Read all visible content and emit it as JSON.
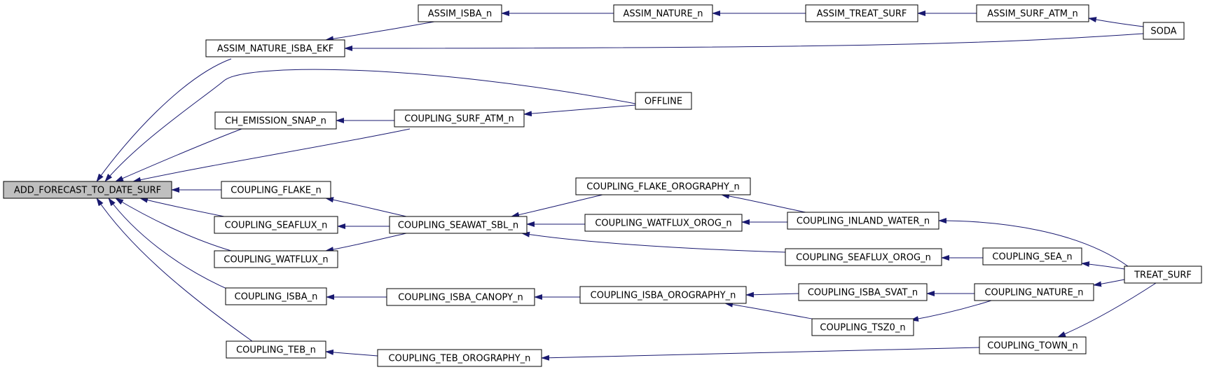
{
  "colors": {
    "edge": "#191970",
    "root_fill": "#bfbfbf",
    "node_fill": "#ffffff",
    "border": "#000000"
  },
  "nodes": [
    {
      "id": "add_forecast",
      "label": "ADD_FORECAST_TO_DATE_SURF",
      "root": true
    },
    {
      "id": "assim_nature_isba_ekf",
      "label": "ASSIM_NATURE_ISBA_EKF"
    },
    {
      "id": "ch_emission_snap",
      "label": "CH_EMISSION_SNAP_n"
    },
    {
      "id": "coupling_flake",
      "label": "COUPLING_FLAKE_n"
    },
    {
      "id": "coupling_seaflux",
      "label": "COUPLING_SEAFLUX_n"
    },
    {
      "id": "coupling_watflux",
      "label": "COUPLING_WATFLUX_n"
    },
    {
      "id": "coupling_isba",
      "label": "COUPLING_ISBA_n"
    },
    {
      "id": "coupling_teb",
      "label": "COUPLING_TEB_n"
    },
    {
      "id": "assim_isba",
      "label": "ASSIM_ISBA_n"
    },
    {
      "id": "assim_nature",
      "label": "ASSIM_NATURE_n"
    },
    {
      "id": "assim_treat_surf",
      "label": "ASSIM_TREAT_SURF"
    },
    {
      "id": "assim_surf_atm",
      "label": "ASSIM_SURF_ATM_n"
    },
    {
      "id": "soda",
      "label": "SODA"
    },
    {
      "id": "offline",
      "label": "OFFLINE"
    },
    {
      "id": "coupling_surf_atm",
      "label": "COUPLING_SURF_ATM_n"
    },
    {
      "id": "coupling_seawat_sbl",
      "label": "COUPLING_SEAWAT_SBL_n"
    },
    {
      "id": "coupling_flake_orography",
      "label": "COUPLING_FLAKE_OROGRAPHY_n"
    },
    {
      "id": "coupling_watflux_orog",
      "label": "COUPLING_WATFLUX_OROG_n"
    },
    {
      "id": "coupling_inland_water",
      "label": "COUPLING_INLAND_WATER_n"
    },
    {
      "id": "coupling_seaflux_orog",
      "label": "COUPLING_SEAFLUX_OROG_n"
    },
    {
      "id": "coupling_sea",
      "label": "COUPLING_SEA_n"
    },
    {
      "id": "treat_surf",
      "label": "TREAT_SURF"
    },
    {
      "id": "coupling_isba_canopy",
      "label": "COUPLING_ISBA_CANOPY_n"
    },
    {
      "id": "coupling_isba_orography",
      "label": "COUPLING_ISBA_OROGRAPHY_n"
    },
    {
      "id": "coupling_isba_svat",
      "label": "COUPLING_ISBA_SVAT_n"
    },
    {
      "id": "coupling_nature",
      "label": "COUPLING_NATURE_n"
    },
    {
      "id": "coupling_tsz0",
      "label": "COUPLING_TSZ0_n"
    },
    {
      "id": "coupling_teb_orography",
      "label": "COUPLING_TEB_OROGRAPHY_n"
    },
    {
      "id": "coupling_town",
      "label": "COUPLING_TOWN_n"
    }
  ],
  "edges": [
    {
      "from": "assim_nature_isba_ekf",
      "to": "add_forecast"
    },
    {
      "from": "offline",
      "to": "add_forecast"
    },
    {
      "from": "ch_emission_snap",
      "to": "add_forecast"
    },
    {
      "from": "coupling_surf_atm",
      "to": "add_forecast"
    },
    {
      "from": "coupling_flake",
      "to": "add_forecast"
    },
    {
      "from": "coupling_seaflux",
      "to": "add_forecast"
    },
    {
      "from": "coupling_watflux",
      "to": "add_forecast"
    },
    {
      "from": "coupling_isba",
      "to": "add_forecast"
    },
    {
      "from": "coupling_teb",
      "to": "add_forecast"
    },
    {
      "from": "assim_isba",
      "to": "assim_nature_isba_ekf"
    },
    {
      "from": "soda",
      "to": "assim_nature_isba_ekf"
    },
    {
      "from": "assim_nature",
      "to": "assim_isba"
    },
    {
      "from": "assim_treat_surf",
      "to": "assim_nature"
    },
    {
      "from": "assim_surf_atm",
      "to": "assim_treat_surf"
    },
    {
      "from": "soda",
      "to": "assim_surf_atm"
    },
    {
      "from": "coupling_surf_atm",
      "to": "ch_emission_snap"
    },
    {
      "from": "offline",
      "to": "coupling_surf_atm"
    },
    {
      "from": "coupling_seawat_sbl",
      "to": "coupling_flake"
    },
    {
      "from": "coupling_seawat_sbl",
      "to": "coupling_seaflux"
    },
    {
      "from": "coupling_seawat_sbl",
      "to": "coupling_watflux"
    },
    {
      "from": "coupling_flake_orography",
      "to": "coupling_seawat_sbl"
    },
    {
      "from": "coupling_watflux_orog",
      "to": "coupling_seawat_sbl"
    },
    {
      "from": "coupling_seaflux_orog",
      "to": "coupling_seawat_sbl"
    },
    {
      "from": "coupling_inland_water",
      "to": "coupling_flake_orography"
    },
    {
      "from": "coupling_inland_water",
      "to": "coupling_watflux_orog"
    },
    {
      "from": "treat_surf",
      "to": "coupling_inland_water"
    },
    {
      "from": "coupling_sea",
      "to": "coupling_seaflux_orog"
    },
    {
      "from": "treat_surf",
      "to": "coupling_sea"
    },
    {
      "from": "coupling_isba_canopy",
      "to": "coupling_isba"
    },
    {
      "from": "coupling_isba_orography",
      "to": "coupling_isba_canopy"
    },
    {
      "from": "coupling_isba_svat",
      "to": "coupling_isba_orography"
    },
    {
      "from": "coupling_tsz0",
      "to": "coupling_isba_orography"
    },
    {
      "from": "coupling_nature",
      "to": "coupling_isba_svat"
    },
    {
      "from": "coupling_nature",
      "to": "coupling_tsz0"
    },
    {
      "from": "treat_surf",
      "to": "coupling_nature"
    },
    {
      "from": "coupling_teb_orography",
      "to": "coupling_teb"
    },
    {
      "from": "coupling_town",
      "to": "coupling_teb_orography"
    },
    {
      "from": "treat_surf",
      "to": "coupling_town"
    }
  ]
}
